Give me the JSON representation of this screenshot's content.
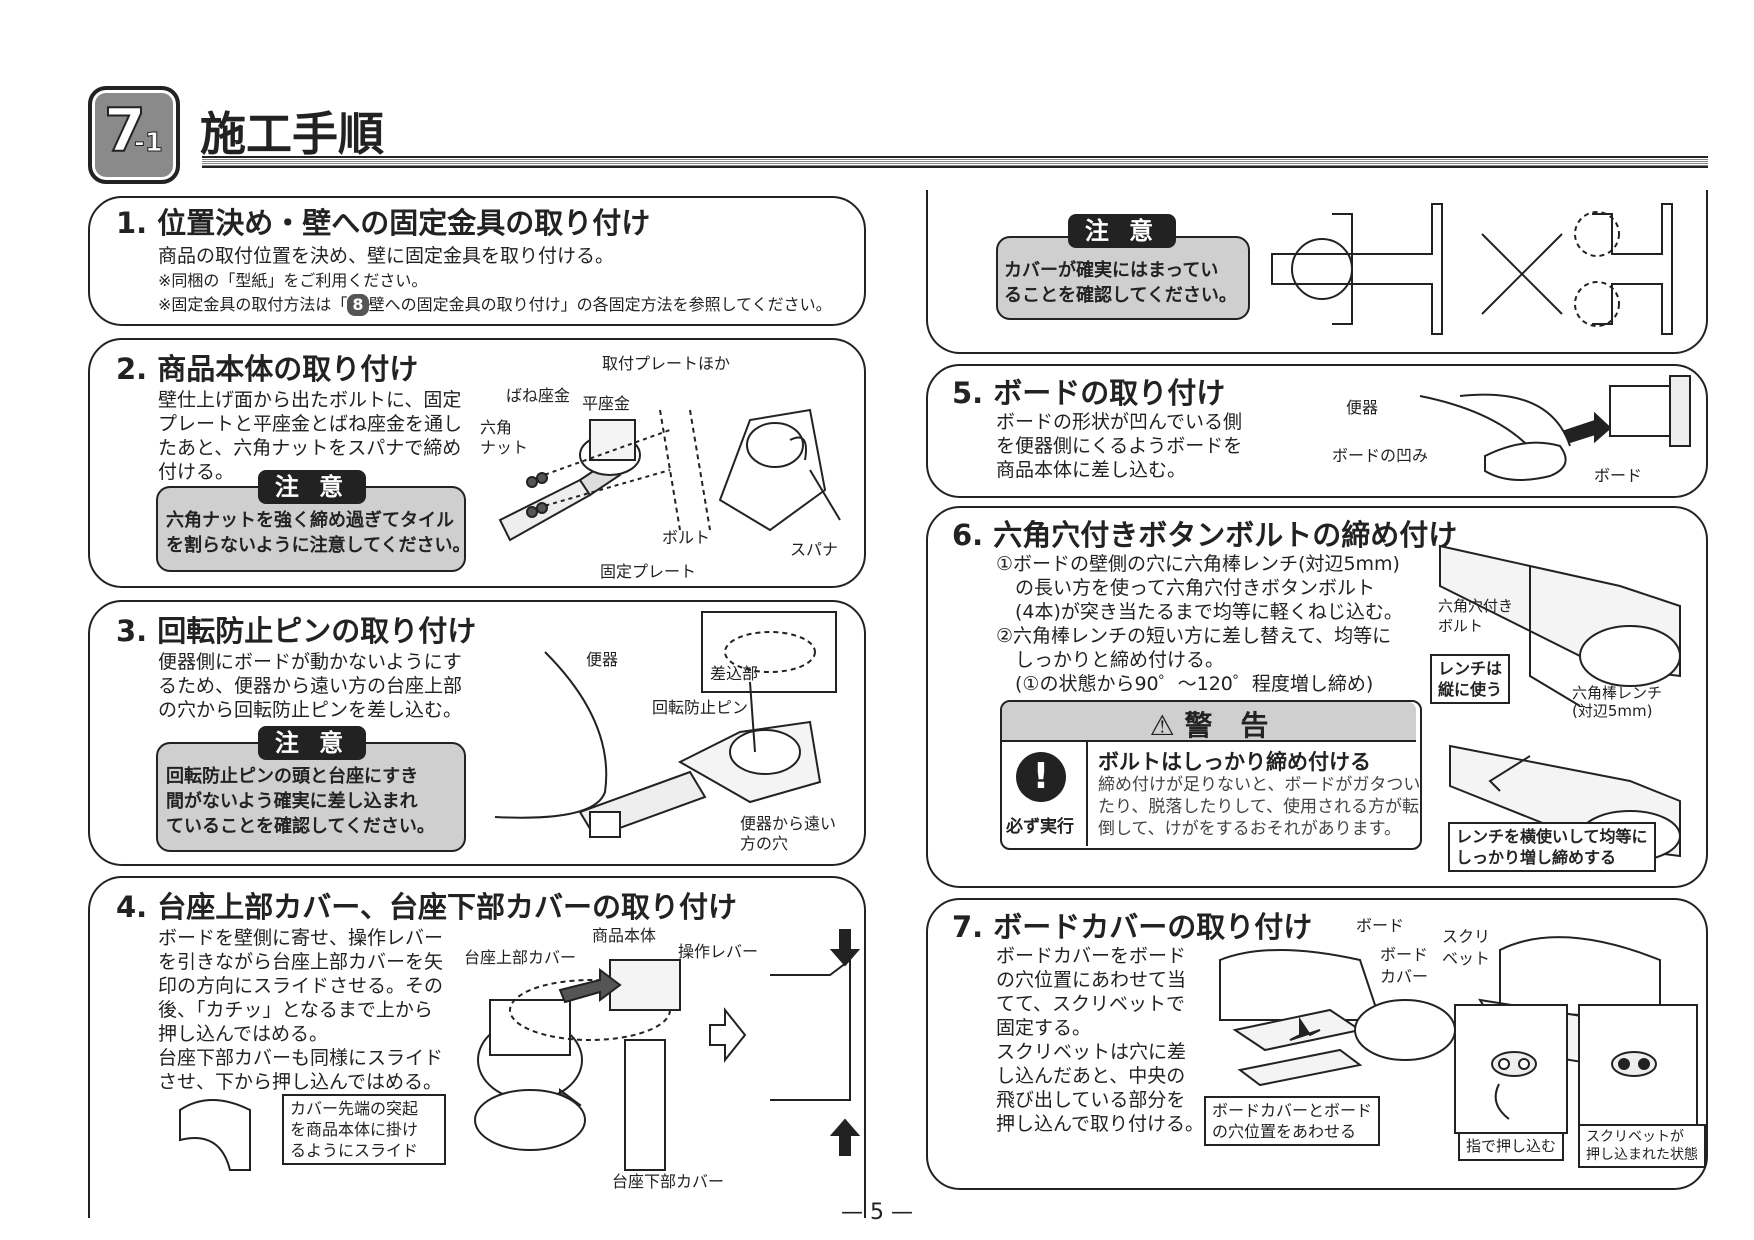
{
  "header": {
    "chapter_num": "7",
    "chapter_sub": "-1",
    "title": "施工手順"
  },
  "steps": {
    "s1": {
      "title": "1. 位置決め・壁への固定金具の取り付け",
      "text": "商品の取付位置を決め、壁に固定金具を取り付ける。",
      "note1": "※同梱の「型紙」をご利用ください。",
      "note2_pre": "※固定金具の取付方法は「",
      "note2_badge": "8",
      "note2_post": "壁への固定金具の取り付け」の各固定方法を参照してください。"
    },
    "s2": {
      "title": "2. 商品本体の取り付け",
      "text": "壁仕上げ面から出たボルトに、固定\nプレートと平座金とばね座金を通し\nたあと、六角ナットをスパナで締め\n付ける。",
      "caution_tag": "注 意",
      "caution_text": "六角ナットを強く締め過ぎてタイル\nを割らないように注意してください。",
      "labels": {
        "plate": "取付プレートほか",
        "spring_washer": "ばね座金",
        "flat_washer": "平座金",
        "hex_nut": "六角\nナット",
        "bolt": "ボルト",
        "fixed_plate": "固定プレート",
        "spanner": "スパナ"
      }
    },
    "s3": {
      "title": "3. 回転防止ピンの取り付け",
      "text": "便器側にボードが動かないようにす\nるため、便器から遠い方の台座上部\nの穴から回転防止ピンを差し込む。",
      "caution_tag": "注 意",
      "caution_text": "回転防止ピンの頭と台座にすき\n間がないよう確実に差し込まれ\nていることを確認してください。",
      "labels": {
        "toilet": "便器",
        "insert": "差込部",
        "pin": "回転防止ピン",
        "far_hole": "便器から遠い\n方の穴"
      }
    },
    "s4": {
      "title": "4. 台座上部カバー、台座下部カバーの取り付け",
      "text": "ボードを壁側に寄せ、操作レバー\nを引きながら台座上部カバーを矢\n印の方向にスライドさせる。その\n後、「カチッ」となるまで上から\n押し込んではめる。\n台座下部カバーも同様にスライド\nさせ、下から押し込んではめる。",
      "labels": {
        "body": "商品本体",
        "upper_cover": "台座上部カバー",
        "lever": "操作レバー",
        "lower_cover": "台座下部カバー"
      },
      "callout": "カバー先端の突起\nを商品本体に掛け\nるようにスライド"
    },
    "s4b": {
      "caution_tag": "注 意",
      "caution_text": "カバーが確実にはまってい\nることを確認してください。"
    },
    "s5": {
      "title": "5. ボードの取り付け",
      "text": "ボードの形状が凹んでいる側\nを便器側にくるようボードを\n商品本体に差し込む。",
      "labels": {
        "toilet": "便器",
        "recess": "ボードの凹み",
        "board": "ボード"
      }
    },
    "s6": {
      "title": "6. 六角穴付きボタンボルトの締め付け",
      "text": "①ボードの壁側の穴に六角棒レンチ(対辺5mm)\n　の長い方を使って六角穴付きボタンボルト\n　(4本)が突き当たるまで均等に軽くねじ込む。\n②六角棒レンチの短い方に差し替えて、均等に\n　しっかりと締め付ける。\n　(①の状態から90゜～120゜程度増し締め)",
      "warning_title": "⚠ 警　告",
      "warning_head": "ボルトはしっかり締め付ける",
      "warning_body": "締め付けが足りないと、ボードがガタつい\nたり、脱落したりして、使用される方が転\n倒して、けがをするおそれがあります。",
      "must_do": "必ず実行",
      "labels": {
        "hex_bolt": "六角穴付き\nボルト",
        "wrench_vertical": "レンチは\n縦に使う",
        "hex_wrench": "六角棒レンチ\n(対辺5mm)",
        "wrench_horizontal": "レンチを横使いして均等に\nしっかり増し締めする"
      }
    },
    "s7": {
      "title": "7. ボードカバーの取り付け",
      "text": "ボードカバーをボード\nの穴位置にあわせて当\nてて、スクリベットで\n固定する。\nスクリベットは穴に差\nし込んだあと、中央の\n飛び出している部分を\n押し込んで取り付ける。",
      "labels": {
        "board": "ボード",
        "board_cover": "ボード\nカバー",
        "scrivet": "スクリ\nベット",
        "align": "ボードカバーとボード\nの穴位置をあわせる",
        "push": "指で押し込む",
        "pushed": "スクリベットが\n押し込まれた状態"
      }
    }
  },
  "footer": {
    "page_number": "— 5 —"
  }
}
